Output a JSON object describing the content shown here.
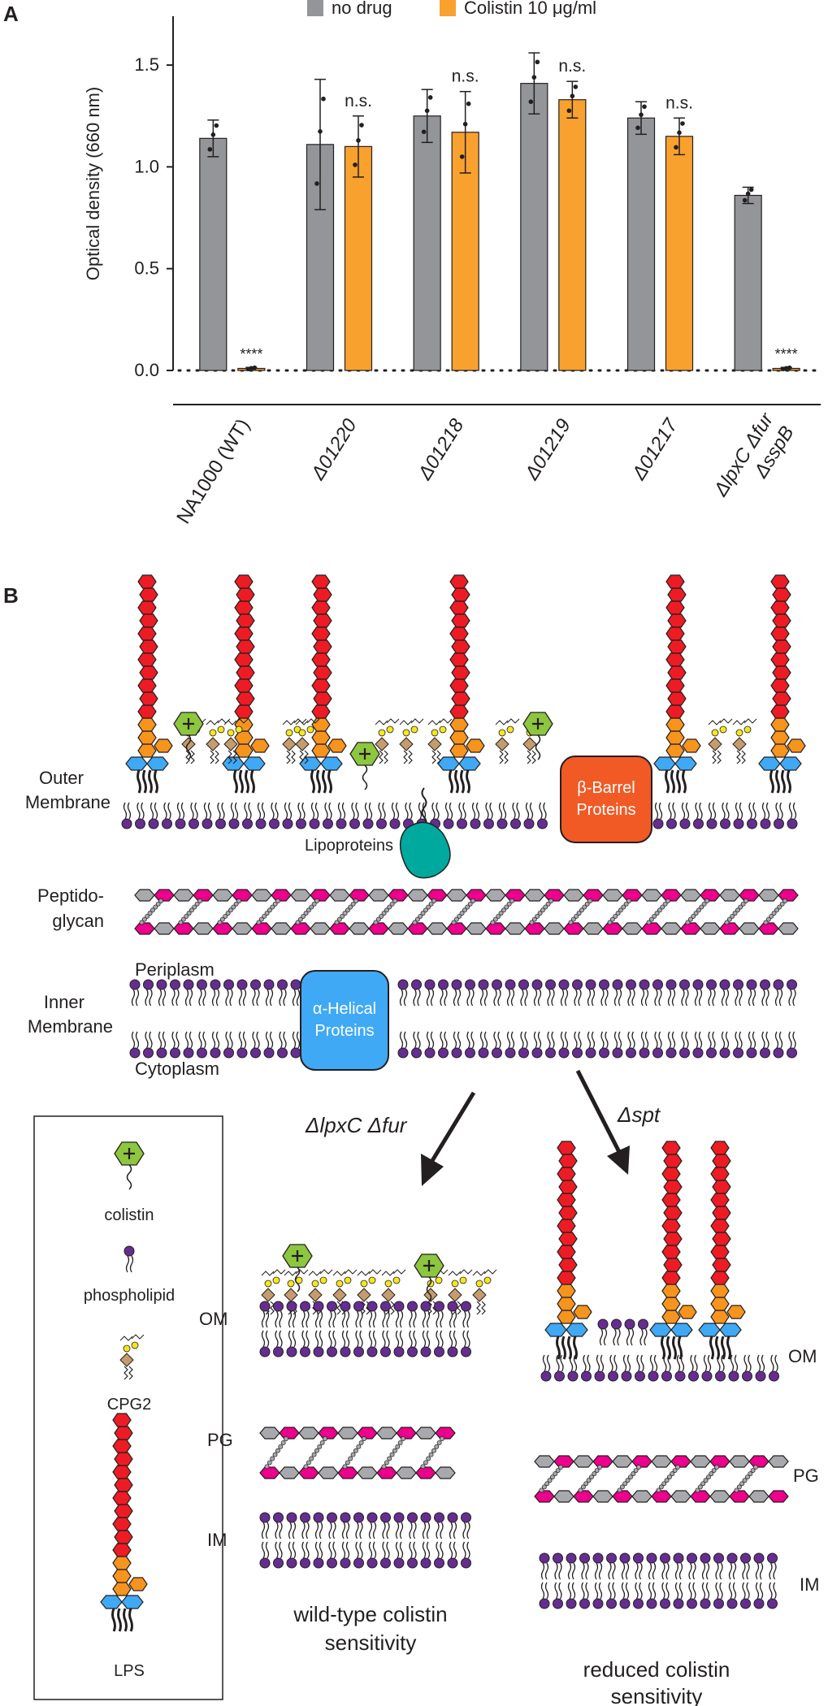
{
  "panel_a": {
    "letter": "A",
    "legend": [
      "no drug",
      "Colistin 10 μg/ml"
    ],
    "ylabel": "Optical density (660 nm)",
    "sig_star": "****",
    "sig_ns": "n.s."
  },
  "panel_b": {
    "letter": "B",
    "labels": {
      "outer1": "Outer",
      "outer2": "Membrane",
      "pep1": "Peptido-",
      "pep2": "glycan",
      "periplasm": "Periplasm",
      "inner1": "Inner",
      "inner2": "Membrane",
      "cytoplasm": "Cytoplasm",
      "lipoproteins": "Lipoproteins",
      "barrel1": "β-Barrel",
      "barrel2": "Proteins",
      "helical1": "α-Helical",
      "helical2": "Proteins",
      "arrow_left": "ΔlpxC Δfur",
      "arrow_right": "Δspt",
      "om": "OM",
      "pg": "PG",
      "im": "IM",
      "left_caption1": "wild-type colistin",
      "left_caption2": "sensitivity",
      "right_caption1": "reduced colistin",
      "right_caption2": "sensitivity"
    },
    "legend_box": [
      "colistin",
      "phospholipid",
      "CPG2",
      "LPS"
    ]
  },
  "colors": {
    "gray": "#939598",
    "orange": "#f9a12f",
    "red": "#ed1c24",
    "lps_orange": "#f7941d",
    "blue": "#3fa9f5",
    "magenta": "#ec008c",
    "purple": "#662d91",
    "green": "#8dc63f",
    "tan": "#c69c6d",
    "yellow": "#f6e71d",
    "teal": "#00a99d"
  },
  "chart_data": {
    "type": "bar",
    "ylabel": "Optical density (660 nm)",
    "ylim": [
      0,
      1.7
    ],
    "yticks": [
      "0.0",
      "0.5",
      "1.0",
      "1.5"
    ],
    "categories": [
      "NA1000 (WT)",
      "Δ01220",
      "Δ01218",
      "Δ01219",
      "Δ01217",
      "ΔlpxC Δfur ΔsspB"
    ],
    "series": [
      {
        "name": "no drug",
        "values": [
          1.14,
          1.11,
          1.25,
          1.41,
          1.24,
          0.86
        ],
        "err": [
          0.09,
          0.32,
          0.13,
          0.15,
          0.08,
          0.04
        ]
      },
      {
        "name": "Colistin 10 μg/ml",
        "values": [
          0.01,
          1.1,
          1.17,
          1.33,
          1.15,
          0.01
        ],
        "err": [
          0.005,
          0.15,
          0.2,
          0.09,
          0.09,
          0.005
        ]
      }
    ],
    "annotations": [
      "****",
      "n.s.",
      "n.s.",
      "n.s.",
      "n.s.",
      "****"
    ]
  }
}
